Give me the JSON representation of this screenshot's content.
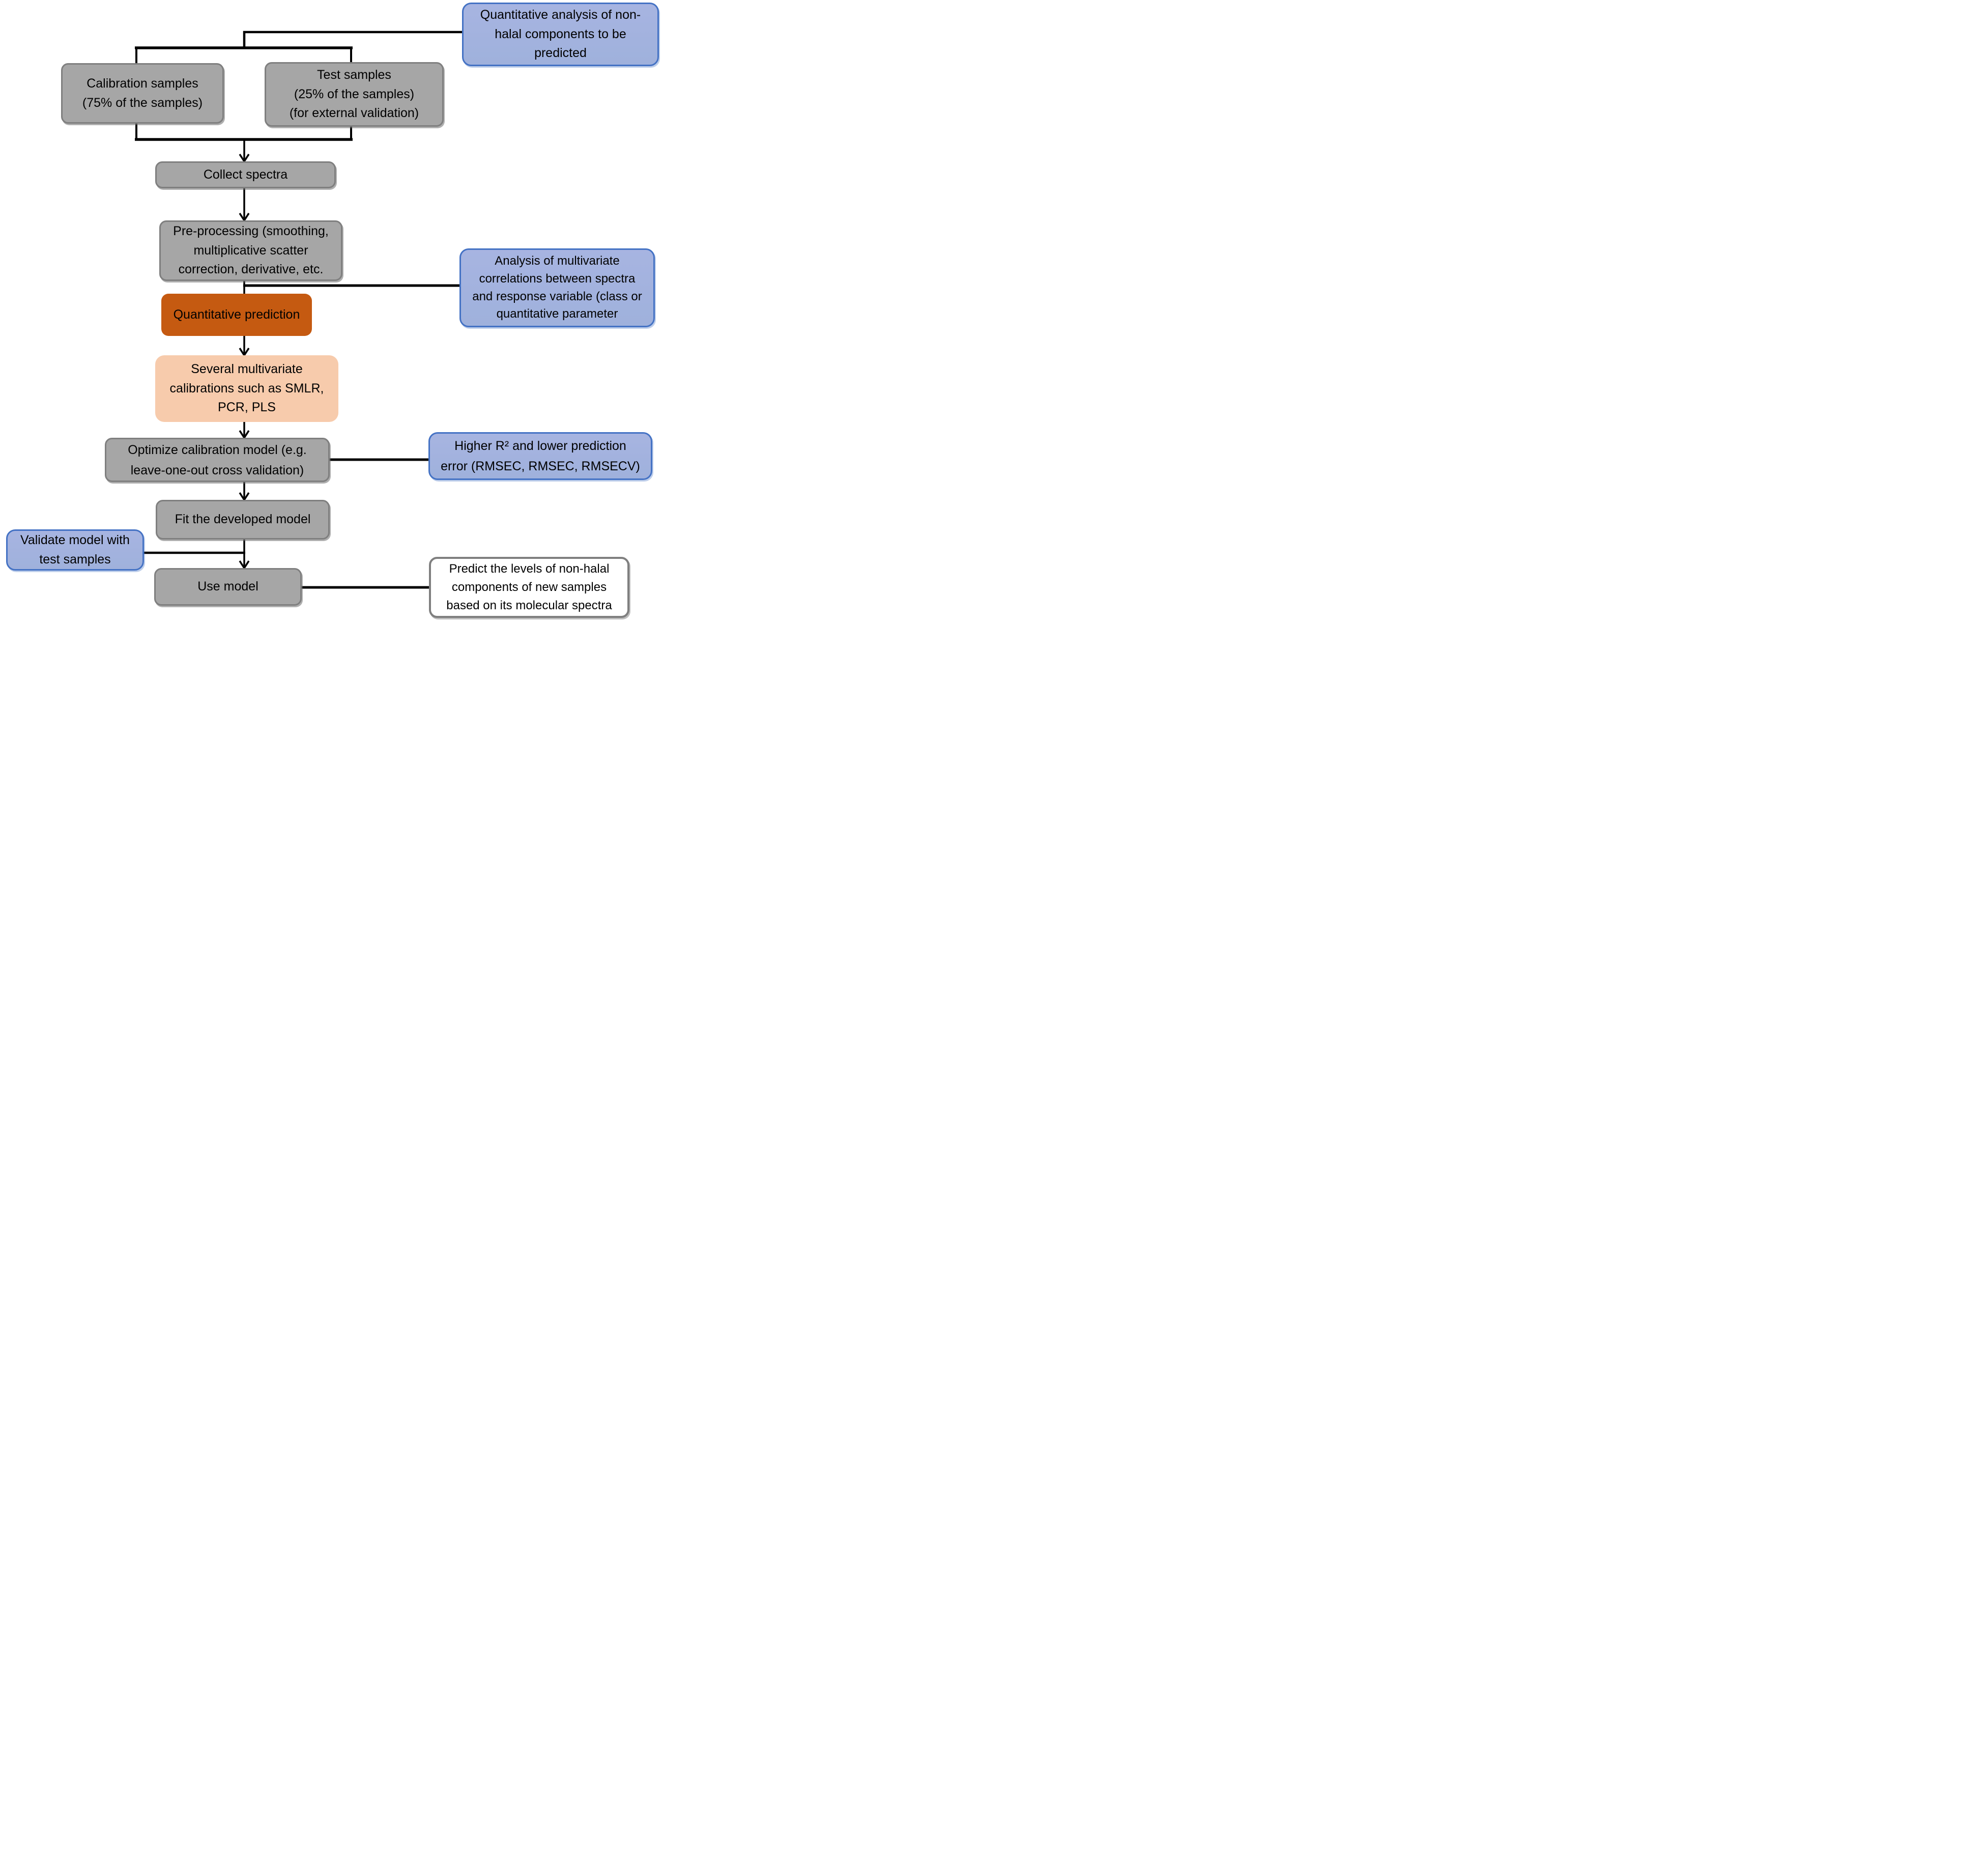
{
  "flowchart": {
    "type": "flowchart",
    "palette": {
      "blue_fill": "#9FB1DC",
      "blue_fill_light": "#A7B4E1",
      "blue_border": "#4472C4",
      "gray_fill": "#A6A6A6",
      "gray_border": "#7F7F7F",
      "orange_fill": "#C55A11",
      "peach_fill": "#F7CBAC",
      "white_fill": "#FFFFFF",
      "line_color": "#000000",
      "text_color": "#000000"
    },
    "nodes": {
      "goal": {
        "label": "Quantitative analysis of non-\nhalal components to be\npredicted",
        "style": "blue"
      },
      "calibration": {
        "label": "Calibration samples\n(75% of the samples)",
        "style": "gray"
      },
      "test": {
        "label": "Test samples\n(25% of the samples)\n(for external validation)",
        "style": "gray"
      },
      "collect": {
        "label": "Collect spectra",
        "style": "gray"
      },
      "preprocess": {
        "label": "Pre-processing (smoothing,\nmultiplicative scatter\ncorrection, derivative, etc.",
        "style": "gray"
      },
      "analysis": {
        "label": "Analysis of multivariate\ncorrelations between spectra\nand response variable (class or\nquantitative parameter",
        "style": "blue"
      },
      "quantitative_prediction": {
        "label": "Quantitative prediction",
        "style": "orange"
      },
      "calibrations": {
        "label": "Several multivariate\ncalibrations such as SMLR,\nPCR, PLS",
        "style": "peach"
      },
      "optimize": {
        "label": "Optimize calibration model (e.g.\nleave-one-out cross validation)",
        "style": "gray"
      },
      "higher_r2": {
        "label": "Higher R² and lower prediction\nerror (RMSEC, RMSEC, RMSECV)",
        "style": "blue"
      },
      "fit": {
        "label": "Fit the developed model",
        "style": "gray"
      },
      "validate": {
        "label": "Validate model with\ntest samples",
        "style": "blue"
      },
      "use_model": {
        "label": "Use model",
        "style": "gray"
      },
      "predict": {
        "label": "Predict the levels of non-halal\ncomponents of new samples\nbased on its molecular spectra",
        "style": "white"
      }
    },
    "edges": [
      "goal -> split (calibration, test)",
      "calibration + test -> collect",
      "collect -> preprocess",
      "preprocess -> quantitative_prediction",
      "preprocess -- analysis (side note)",
      "quantitative_prediction -> calibrations",
      "calibrations -> optimize",
      "optimize -- higher_r2 (side note)",
      "optimize -> fit",
      "fit -> use_model",
      "validate -- fit/use_model junction (side note)",
      "use_model -- predict (side note)"
    ]
  }
}
